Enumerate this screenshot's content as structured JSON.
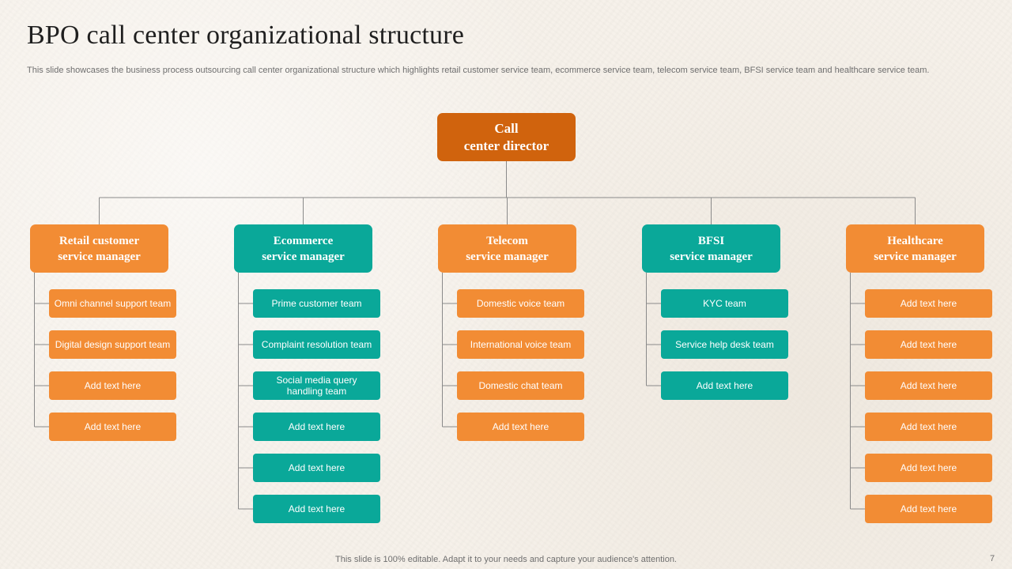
{
  "title": "BPO call center organizational structure",
  "subtitle": "This slide showcases the business process outsourcing call center organizational structure which highlights retail customer service team, ecommerce service team, telecom service team, BFSI service team and healthcare service team.",
  "director": {
    "line1": "Call",
    "line2": "center director"
  },
  "managers": [
    {
      "line1": "Retail customer",
      "line2": "service manager",
      "color": "orange",
      "teams": [
        "Omni channel support team",
        "Digital design support team",
        "Add text here",
        "Add text here"
      ]
    },
    {
      "line1": "Ecommerce",
      "line2": "service manager",
      "color": "teal",
      "teams": [
        "Prime customer team",
        "Complaint resolution team",
        "Social media query handling team",
        "Add text here",
        "Add text here",
        "Add text here"
      ]
    },
    {
      "line1": "Telecom",
      "line2": "service manager",
      "color": "orange",
      "teams": [
        "Domestic voice team",
        "International voice team",
        "Domestic chat team",
        "Add text here"
      ]
    },
    {
      "line1": "BFSI",
      "line2": "service manager",
      "color": "teal",
      "teams": [
        "KYC team",
        "Service help desk team",
        "Add text here"
      ]
    },
    {
      "line1": "Healthcare",
      "line2": "service manager",
      "color": "orange",
      "teams": [
        "Add text here",
        "Add text here",
        "Add text here",
        "Add text here",
        "Add text here",
        "Add text here"
      ]
    }
  ],
  "colors": {
    "orange": "#f28c34",
    "teal": "#0aa899",
    "director": "#d0630d",
    "connector": "#8a8a8a"
  },
  "footer": "This slide is 100% editable. Adapt it to your needs and capture your audience's attention.",
  "page_number": "7"
}
